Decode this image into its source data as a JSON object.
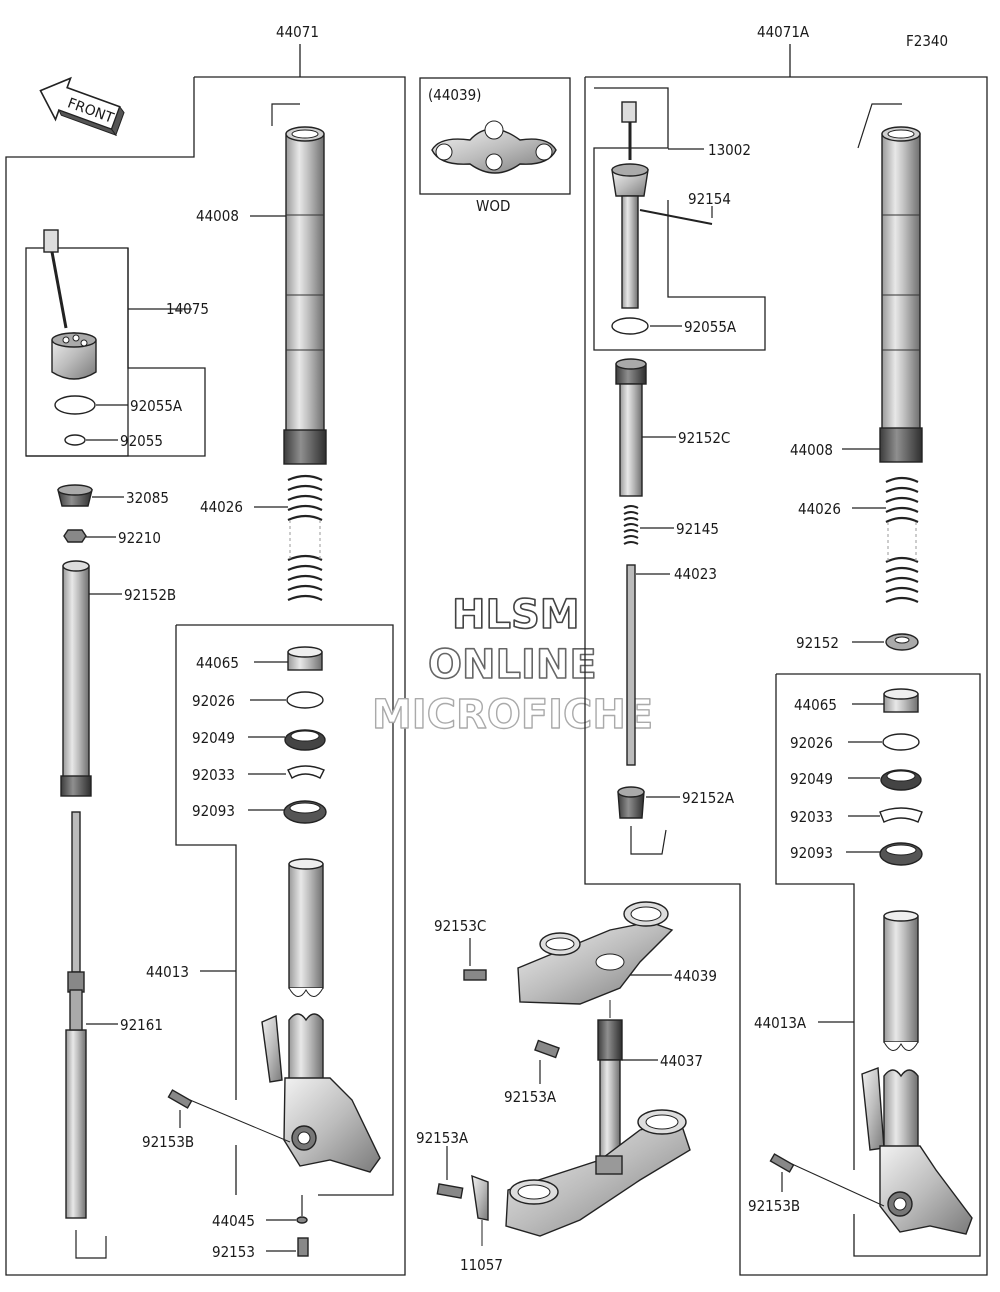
{
  "figure_id": "F2340",
  "front_arrow": "FRONT",
  "watermark": {
    "line1": "HLSM",
    "line2": "ONLINE",
    "line3": "MICROFICHE"
  },
  "left_assembly": {
    "group": "44071",
    "labels": {
      "outer_tube": "44008",
      "damper_unit": "14075",
      "o_ring_a": "92055A",
      "o_ring": "92055",
      "cap": "32085",
      "nut": "92210",
      "pipe": "92152B",
      "spring": "44026",
      "bushing": "44065",
      "washer": "92026",
      "oil_seal": "92049",
      "circlip": "92033",
      "dust_seal": "92093",
      "inner_tube": "44013",
      "rod": "92161",
      "bolt": "92153B",
      "gasket": "44045",
      "drain_bolt": "92153"
    }
  },
  "center_top": {
    "part": "(44039)",
    "caption": "WOD"
  },
  "center_bottom": {
    "labels": {
      "bolt_c": "92153C",
      "upper_bracket": "44039",
      "stem": "44037",
      "bolt_a_upper": "92153A",
      "bolt_a_lower": "92153A",
      "bracket": "11057"
    }
  },
  "right_assembly": {
    "group": "44071A",
    "labels": {
      "adjuster": "13002",
      "screw": "92154",
      "o_ring_a": "92055A",
      "pipe_c": "92152C",
      "small_spring": "92145",
      "rod": "44023",
      "collar": "92152A",
      "outer_tube": "44008",
      "spring": "44026",
      "collar_b": "92152",
      "bushing": "44065",
      "washer": "92026",
      "oil_seal": "92049",
      "circlip": "92033",
      "dust_seal": "92093",
      "inner_tube": "44013A",
      "bolt": "92153B"
    }
  }
}
